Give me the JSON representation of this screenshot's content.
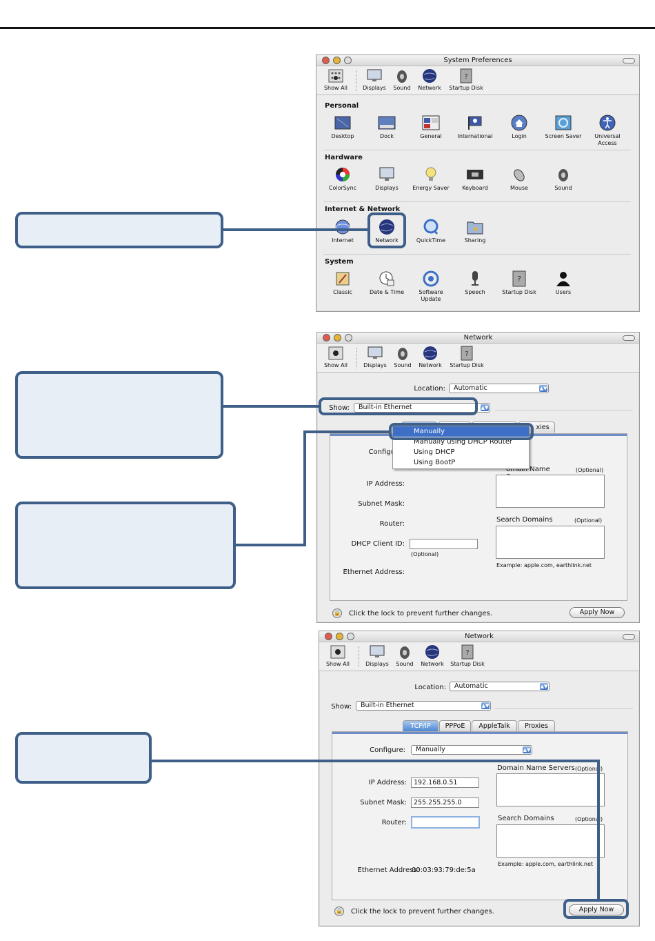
{
  "toolbar": {
    "show_all": "Show All",
    "displays": "Displays",
    "sound": "Sound",
    "network": "Network",
    "startup_disk": "Startup Disk"
  },
  "sysprefs": {
    "title": "System Preferences",
    "sections": {
      "personal": "Personal",
      "hardware": "Hardware",
      "internet_network": "Internet & Network",
      "system": "System"
    },
    "personal": [
      "Desktop",
      "Dock",
      "General",
      "International",
      "Login",
      "Screen Saver",
      "Universal Access"
    ],
    "hardware": [
      "ColorSync",
      "Displays",
      "Energy Saver",
      "Keyboard",
      "Mouse",
      "Sound"
    ],
    "internet": [
      "Internet",
      "Network",
      "QuickTime",
      "Sharing"
    ],
    "system": [
      "Classic",
      "Date & Time",
      "Software Update",
      "Speech",
      "Startup Disk",
      "Users"
    ]
  },
  "network1": {
    "title": "Network",
    "location_label": "Location:",
    "location_value": "Automatic",
    "show_label": "Show:",
    "show_value": "Built-in Ethernet",
    "tab_partial": "xies",
    "configure_label": "Configure",
    "menu": [
      "Manually",
      "Manually using DHCP Router",
      "Using DHCP",
      "Using BootP"
    ],
    "dns_label": "Domain Name Servers",
    "dns_partial": "omain Name Servers",
    "optional": "(Optional)",
    "ip_label": "IP Address:",
    "subnet_label": "Subnet Mask:",
    "router_label": "Router:",
    "search_domains_label": "Search Domains",
    "dhcp_client_label": "DHCP Client ID:",
    "ethernet_label": "Ethernet Address:",
    "example": "Example: apple.com, earthlink.net",
    "lock_text": "Click the lock to prevent further changes.",
    "apply_now": "Apply Now"
  },
  "network2": {
    "title": "Network",
    "location_label": "Location:",
    "location_value": "Automatic",
    "show_label": "Show:",
    "show_value": "Built-in Ethernet",
    "tabs": [
      "TCP/IP",
      "PPPoE",
      "AppleTalk",
      "Proxies"
    ],
    "configure_label": "Configure:",
    "configure_value": "Manually",
    "dns_label": "Domain Name Servers",
    "dns_optional": "(Optional)",
    "ip_label": "IP Address:",
    "ip_value": "192.168.0.51",
    "subnet_label": "Subnet Mask:",
    "subnet_value": "255.255.255.0",
    "router_label": "Router:",
    "router_value": "",
    "search_domains_label": "Search Domains",
    "search_optional": "(Optional)",
    "example": "Example: apple.com, earthlink.net",
    "ethernet_label": "Ethernet Address:",
    "ethernet_value": "00:03:93:79:de:5a",
    "lock_text": "Click the lock to prevent further changes.",
    "apply_now": "Apply Now"
  },
  "colors": {
    "callout_border": "#3e5f88",
    "selection_blue": "#3d6fc7"
  }
}
